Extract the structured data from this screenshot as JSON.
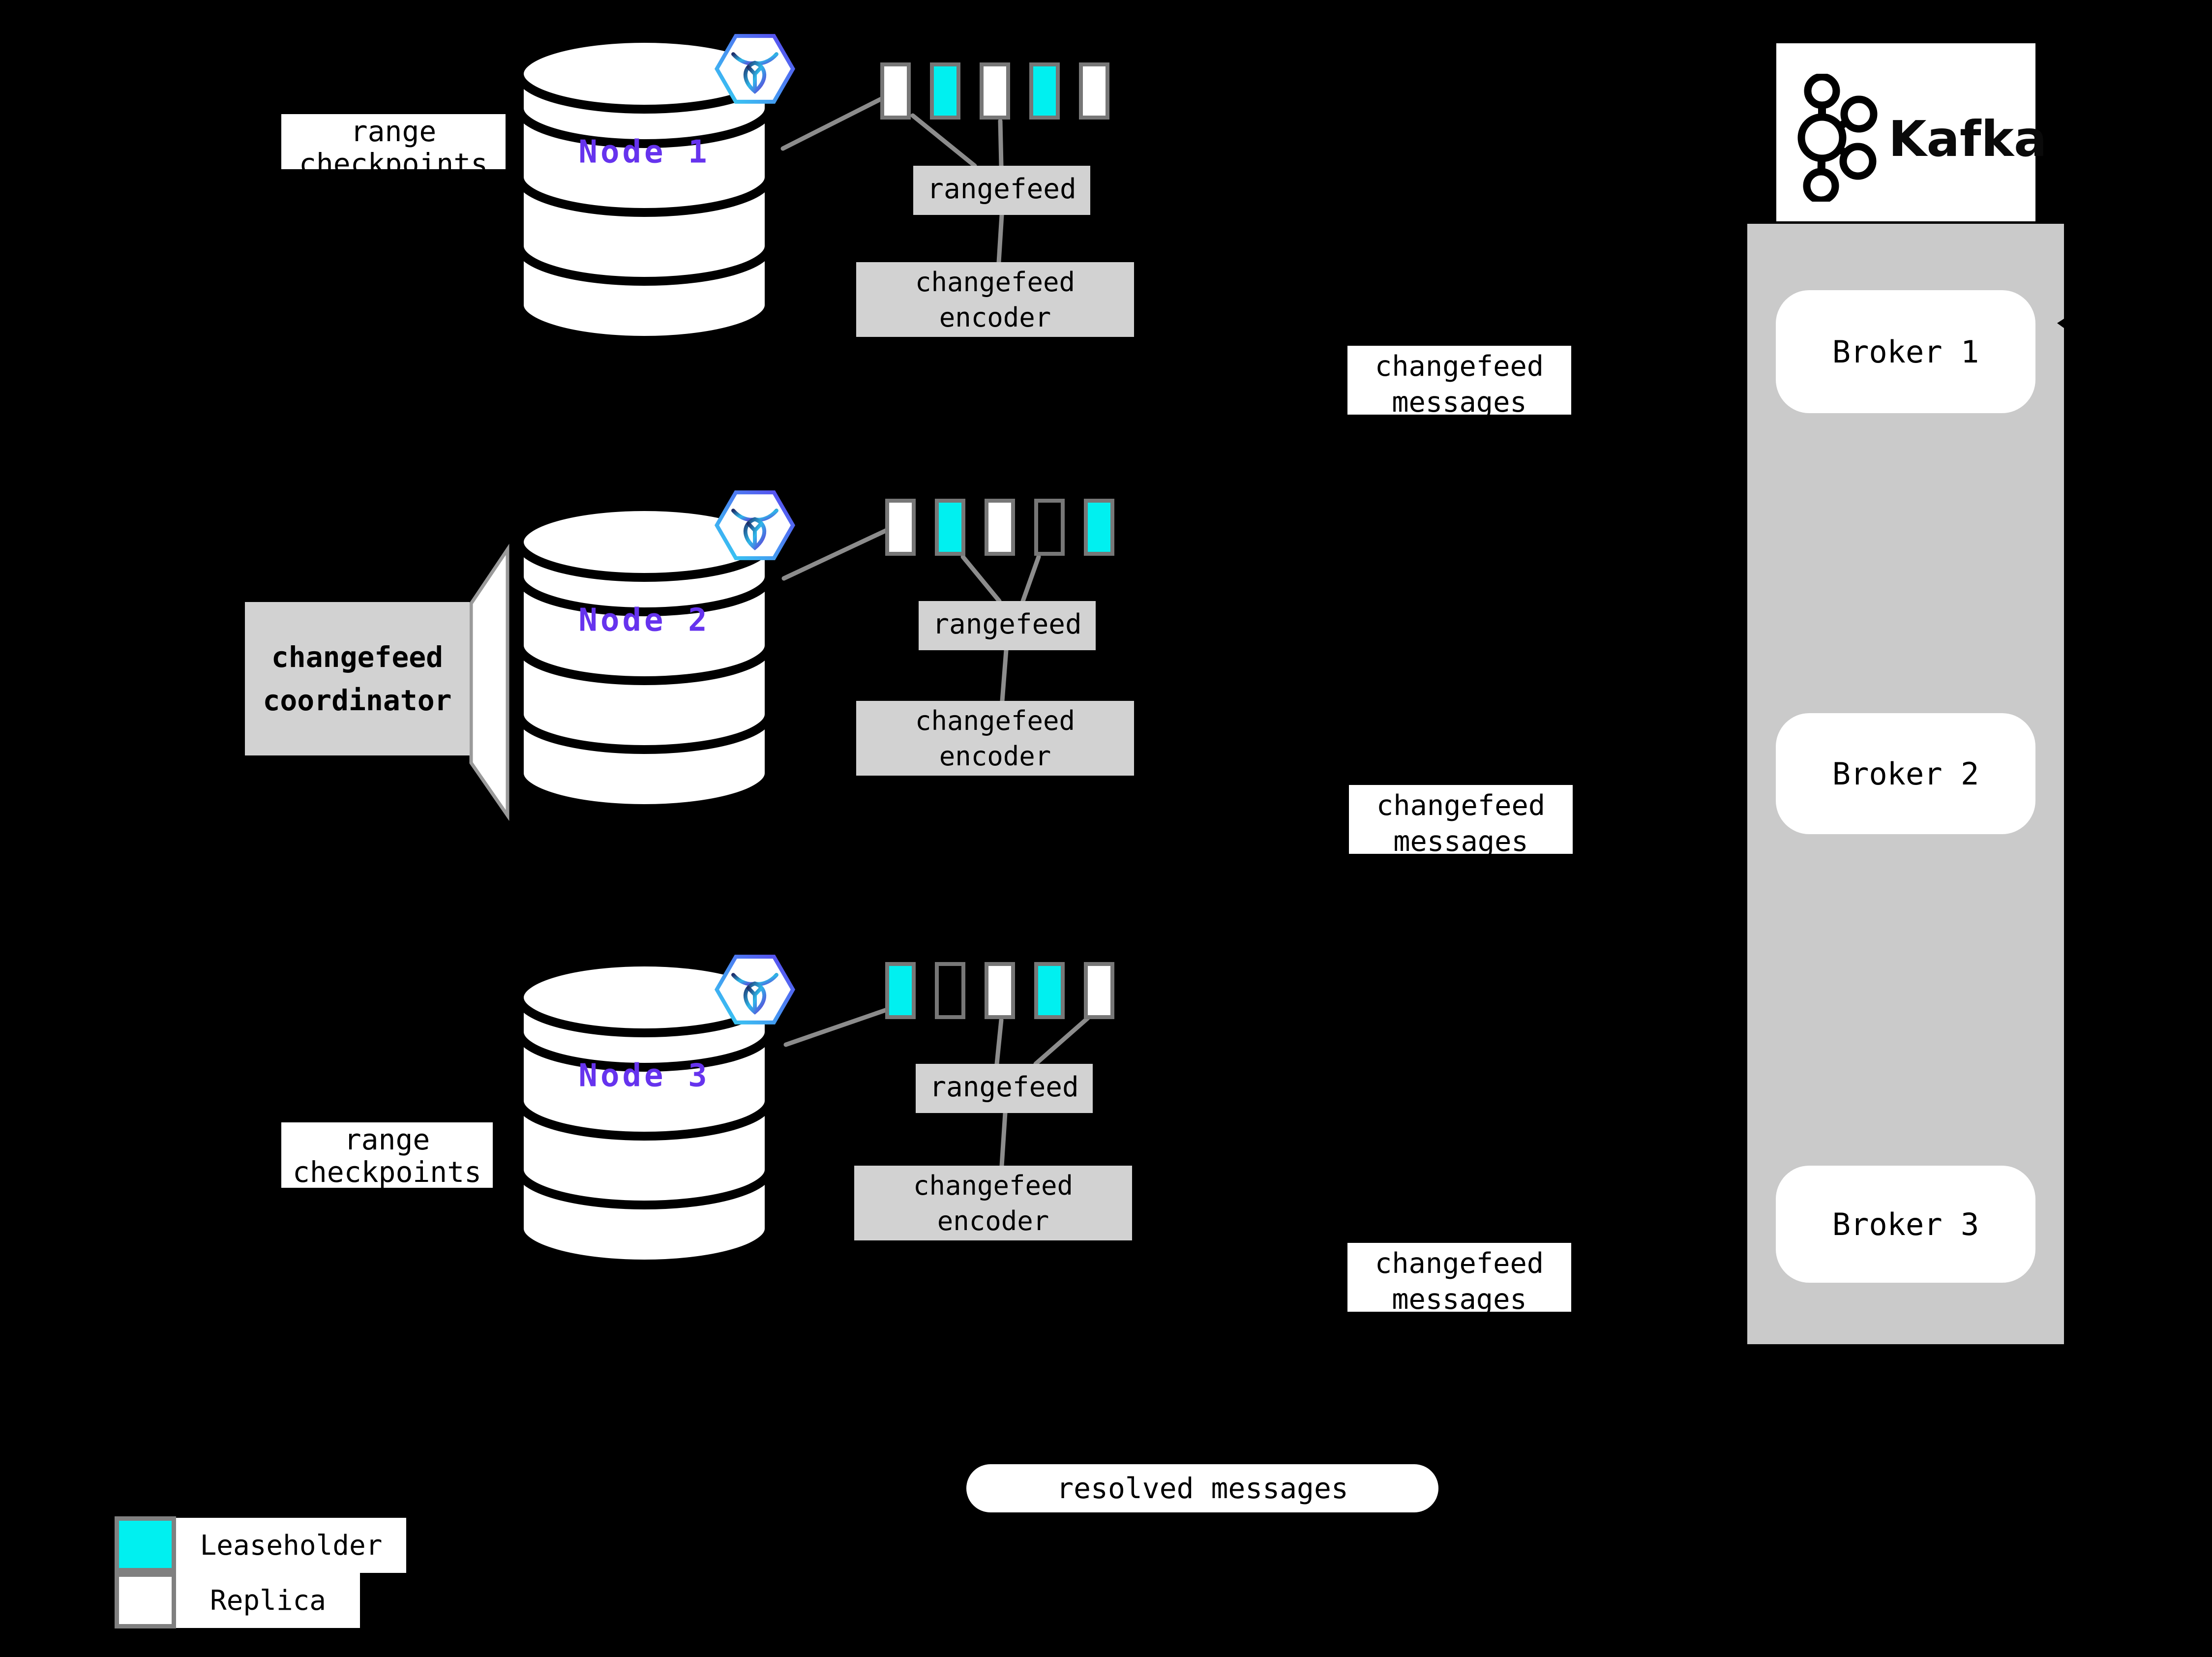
{
  "colors": {
    "background": "#000000",
    "node_text": "#6633ee",
    "leaseholder": "#00f0f0",
    "replica": "#ffffff",
    "panel_gray": "#d2d2d2",
    "container_gray": "#cacaca",
    "connector_gray": "#8c8c8c"
  },
  "nodes": [
    {
      "name": "Node 1",
      "ranges": [
        "replica",
        "leaseholder",
        "replica",
        "leaseholder",
        "replica"
      ]
    },
    {
      "name": "Node 2",
      "ranges": [
        "replica",
        "leaseholder",
        "replica",
        "empty",
        "leaseholder"
      ]
    },
    {
      "name": "Node 3",
      "ranges": [
        "leaseholder",
        "empty",
        "replica",
        "leaseholder",
        "replica"
      ]
    }
  ],
  "labels": {
    "range_checkpoints": {
      "line1": "range",
      "line2": "checkpoints"
    },
    "rangefeed": "rangefeed",
    "changefeed_encoder": {
      "line1": "changefeed",
      "line2": "encoder"
    },
    "changefeed_messages": {
      "line1": "changefeed",
      "line2": "messages"
    },
    "changefeed_coordinator": {
      "line1": "changefeed",
      "line2": "coordinator"
    },
    "resolved_messages": "resolved messages"
  },
  "kafka": {
    "name": "Kafka",
    "brokers": [
      {
        "label": "Broker 1"
      },
      {
        "label": "Broker 2"
      },
      {
        "label": "Broker 3"
      }
    ]
  },
  "legend": {
    "items": [
      {
        "swatch": "leaseholder",
        "label": "Leaseholder"
      },
      {
        "swatch": "replica",
        "label": "Replica"
      }
    ]
  }
}
